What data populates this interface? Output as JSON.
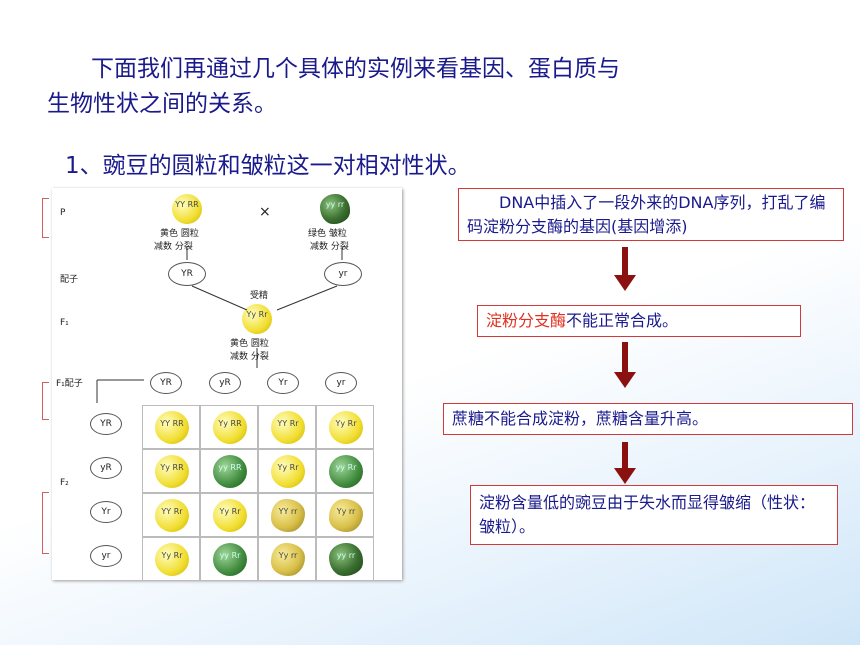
{
  "heading": {
    "line1": "下面我们再通过几个具体的实例来看基因、蛋白质与",
    "line2": "生物性状之间的关系。"
  },
  "subheading": "1、豌豆的圆粒和皱粒这一对相对性状。",
  "flow": {
    "step1": "DNA中插入了一段外来的DNA序列，打乱了编码淀粉分支酶的基因(基因增添)",
    "step2_red": "淀粉分支酶",
    "step2_rest": "不能正常合成。",
    "step3": "蔗糖不能合成淀粉，蔗糖含量升高。",
    "step4": "淀粉含量低的豌豆由于失水而显得皱缩（性状：皱粒）。"
  },
  "diagram": {
    "p_label": "P",
    "cross": "×",
    "parent1_genotype": "YY RR",
    "parent1_desc": "黄色 圆粒",
    "parent2_genotype": "yy rr",
    "parent2_desc": "绿色 皱粒",
    "meiosis": "减数 分裂",
    "gamete_label": "配子",
    "gamete1": "YR",
    "gamete2": "yr",
    "fertilization": "受精",
    "f1_label": "F₁",
    "f1_genotype": "Yy Rr",
    "f1_desc": "黄色 圆粒",
    "f1_gamete_label": "F₁配子",
    "f2_label": "F₂",
    "gametes": [
      "YR",
      "yR",
      "Yr",
      "yr"
    ],
    "grid": [
      [
        "YY RR",
        "Yy RR",
        "YY Rr",
        "Yy Rr"
      ],
      [
        "Yy RR",
        "yy RR",
        "Yy Rr",
        "yy Rr"
      ],
      [
        "YY Rr",
        "Yy Rr",
        "YY rr",
        "Yy rr"
      ],
      [
        "Yy Rr",
        "yy Rr",
        "Yy rr",
        "yy rr"
      ]
    ],
    "phenotypes": [
      [
        "y-round",
        "y-round",
        "y-round",
        "y-round"
      ],
      [
        "y-round",
        "g-round",
        "y-round",
        "g-round"
      ],
      [
        "y-round",
        "y-round",
        "y-wr",
        "y-wr"
      ],
      [
        "y-round",
        "g-round",
        "y-wr",
        "g-wr"
      ]
    ]
  }
}
